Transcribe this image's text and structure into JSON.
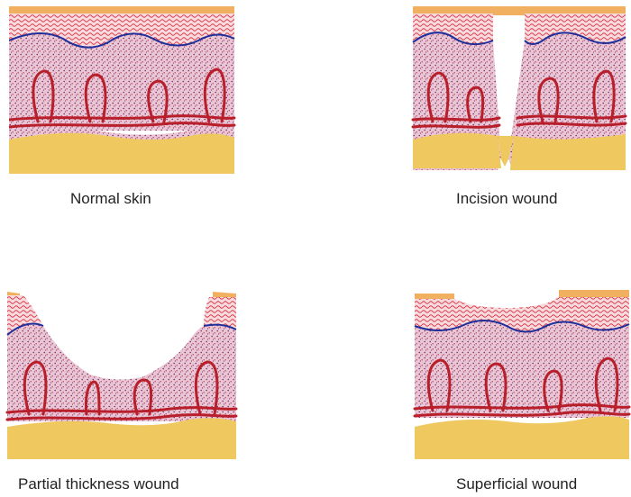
{
  "colors": {
    "fat": "#f0c860",
    "dermis_bg": "#e6c2d2",
    "dermis_dot_dark": "#7a2d5a",
    "dermis_dot_red": "#c0304a",
    "epidermis": "#d83040",
    "basement_line": "#1f2f9a",
    "vessel": "#b81f2a",
    "surface": "#e0a030"
  },
  "panels": [
    {
      "id": "normal",
      "caption": "Normal skin"
    },
    {
      "id": "incision",
      "caption": "Incision wound"
    },
    {
      "id": "partial",
      "caption": "Partial thickness wound"
    },
    {
      "id": "superficial",
      "caption": "Superficial wound"
    }
  ]
}
